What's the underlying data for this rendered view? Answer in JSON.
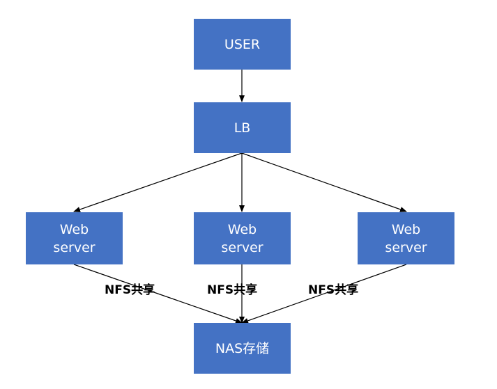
{
  "diagram": {
    "colors": {
      "node_fill": "#4472c4",
      "node_text": "#ffffff",
      "edge": "#000000"
    },
    "nodes": {
      "user": "USER",
      "lb": "LB",
      "web_left": "Web\nserver",
      "web_center": "Web\nserver",
      "web_right": "Web\nserver",
      "nas": "NAS存储"
    },
    "edges": [
      {
        "from": "user",
        "to": "lb"
      },
      {
        "from": "lb",
        "to": "web_left"
      },
      {
        "from": "lb",
        "to": "web_center"
      },
      {
        "from": "lb",
        "to": "web_right"
      },
      {
        "from": "web_left",
        "to": "nas",
        "label": "NFS共享"
      },
      {
        "from": "web_center",
        "to": "nas",
        "label": "NFS共享"
      },
      {
        "from": "web_right",
        "to": "nas",
        "label": "NFS共享"
      }
    ]
  }
}
